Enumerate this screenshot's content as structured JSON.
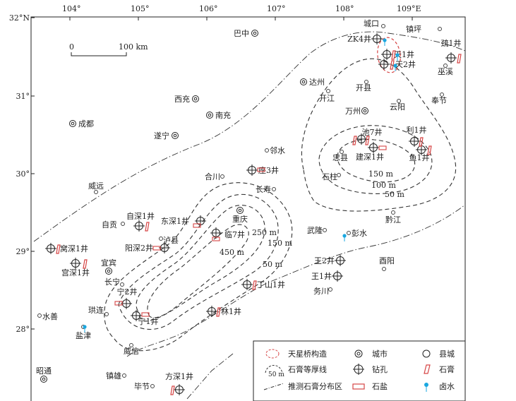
{
  "axes": {
    "lon_ticks": [
      {
        "value": 104,
        "label": "104°"
      },
      {
        "value": 105,
        "label": "105°"
      },
      {
        "value": 106,
        "label": "106°"
      },
      {
        "value": 107,
        "label": "107°"
      },
      {
        "value": 108,
        "label": "108°"
      },
      {
        "value": 109,
        "label": "109°E"
      }
    ],
    "lat_ticks": [
      {
        "value": 32,
        "label": "32°N"
      },
      {
        "value": 31,
        "label": "31°"
      },
      {
        "value": 30,
        "label": "30°"
      },
      {
        "value": 29,
        "label": "29°"
      },
      {
        "value": 28,
        "label": "28°"
      }
    ]
  },
  "scale_bar": {
    "zero": "0",
    "end": "100 km"
  },
  "cities": [
    "巴中",
    "西充",
    "南充",
    "遂宁",
    "成都",
    "达州",
    "万州",
    "重庆",
    "宜宾",
    "昭通"
  ],
  "counties": [
    "城口",
    "镇坪",
    "开县",
    "开江",
    "云阳",
    "奉节",
    "巫溪",
    "邻水",
    "合川",
    "长寿",
    "忠县",
    "石柱",
    "黔江",
    "彭水",
    "武隆",
    "酉阳",
    "务川",
    "泸县",
    "自贡",
    "威远",
    "长宁",
    "珙连",
    "水善",
    "镇雄",
    "毕节",
    "威信",
    "盐津"
  ],
  "wells": [
    "ZK4井",
    "天1井",
    "天2井",
    "巯1井",
    "池7井",
    "建深1井",
    "利1井",
    "鱼1井",
    "座3井",
    "东深1井",
    "自深1井",
    "临7井",
    "阳深2井",
    "窝深1井",
    "宫深1井",
    "宁2井",
    "宁1井",
    "丁山1井",
    "林1井",
    "王2井",
    "王1井",
    "方深1井"
  ],
  "isopachs": [
    "450 m",
    "250 m",
    "150 m",
    "50 m",
    "150 m",
    "100 m",
    "50 m"
  ],
  "legend": [
    {
      "label": "天星桥构造",
      "symbol": "dashed-red-ellipse"
    },
    {
      "label": "城市",
      "symbol": "city"
    },
    {
      "label": "县城",
      "symbol": "county"
    },
    {
      "label": "石膏等厚线",
      "symbol": "isopach"
    },
    {
      "label": "钻孔",
      "symbol": "borehole"
    },
    {
      "label": "石膏",
      "symbol": "gypsum"
    },
    {
      "label": "推测石膏分布区",
      "symbol": "inferred-boundary"
    },
    {
      "label": "石盐",
      "symbol": "halite"
    },
    {
      "label": "卤水",
      "symbol": "brine"
    }
  ],
  "legend_isopach_value": "50 m",
  "colors": {
    "frame": "#222222",
    "gypsum": "#d64545",
    "brine": "#1aa7e0",
    "structure": "#d64545"
  }
}
